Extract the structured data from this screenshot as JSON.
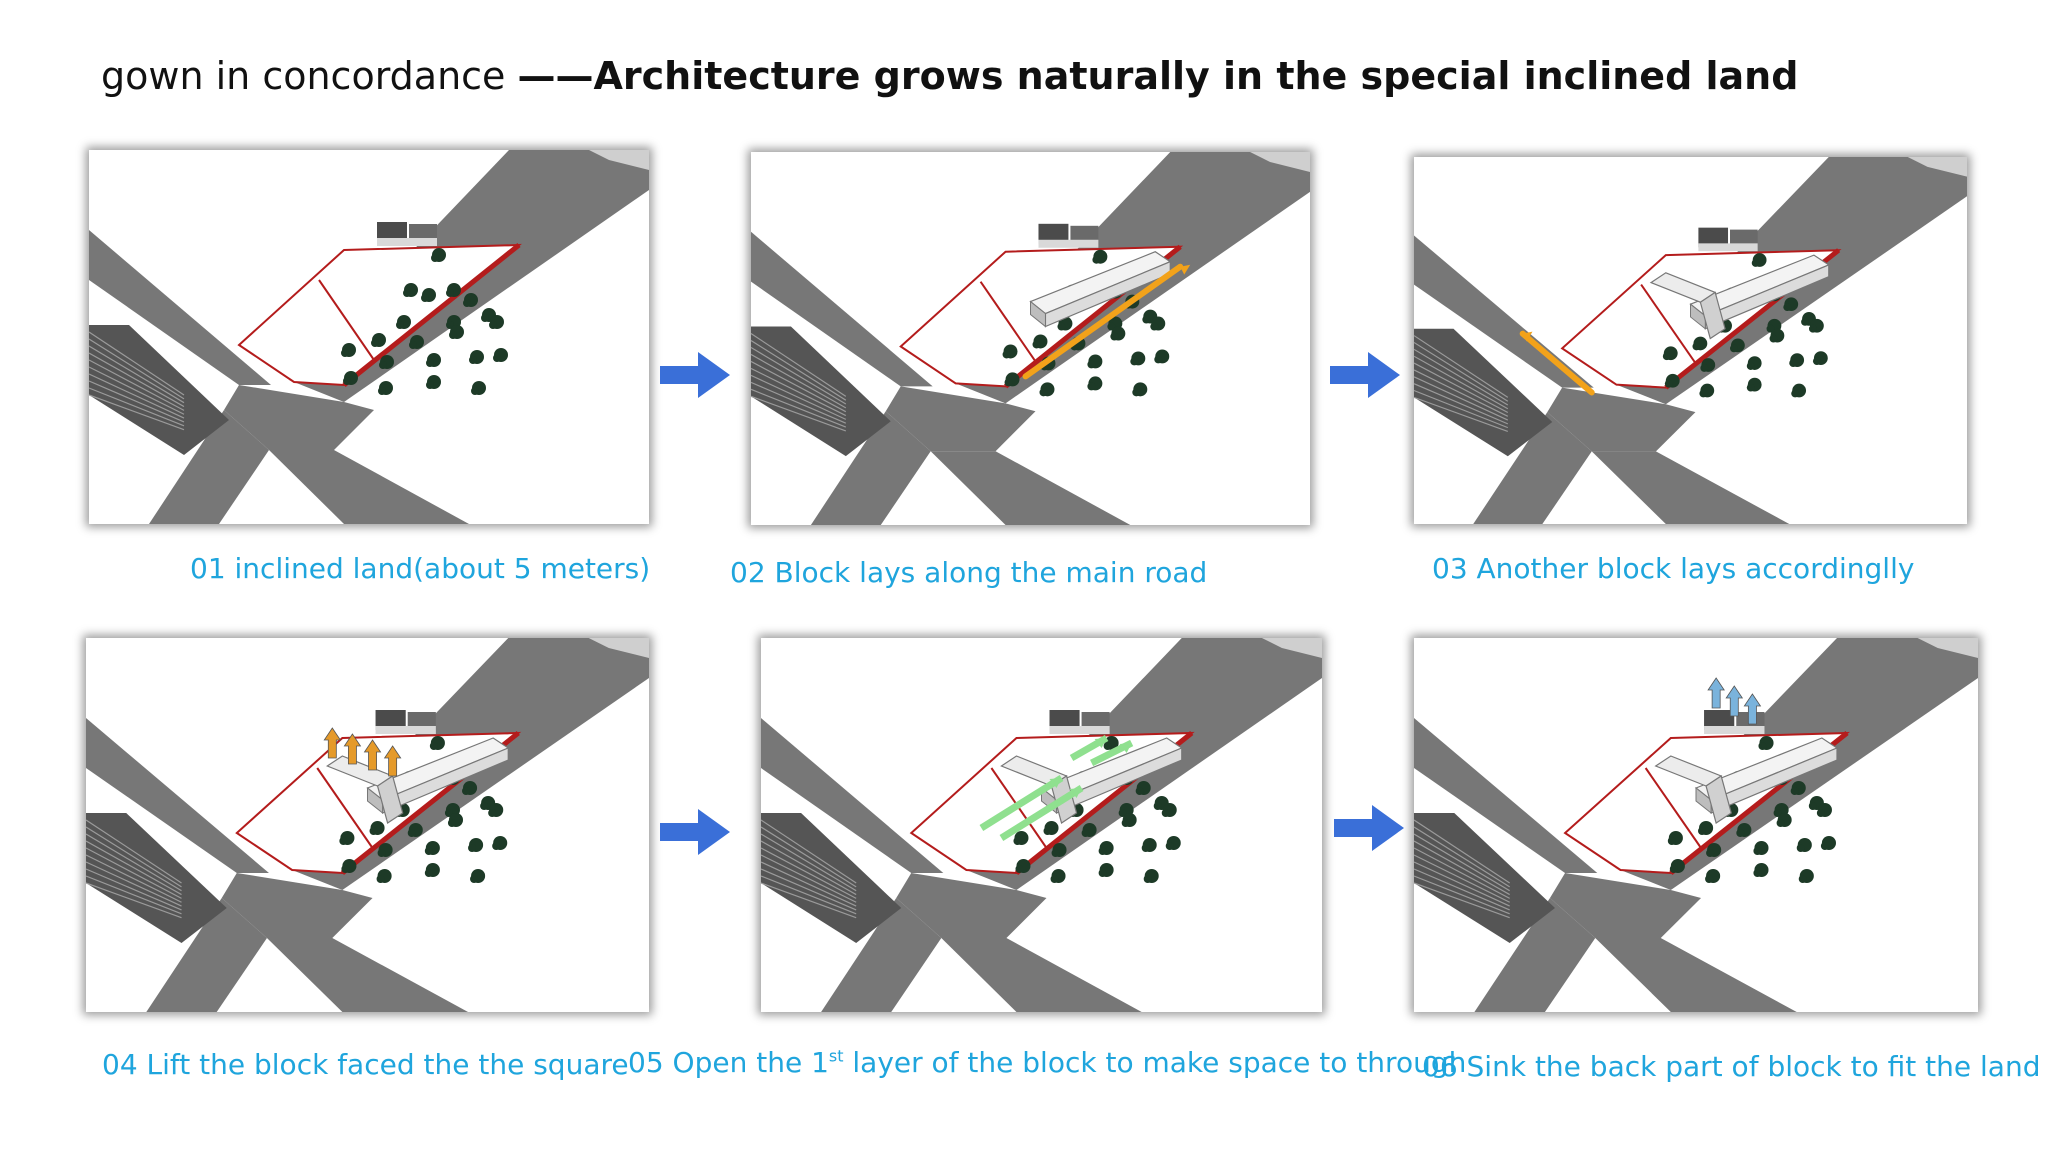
{
  "title": {
    "prefix": "gown in concordance ",
    "emphasis": "——Architecture grows naturally in the special inclined land"
  },
  "colors": {
    "road": "#777777",
    "site_outline": "#b41c1c",
    "trees": "#1d3a27",
    "caption": "#1fa5dd",
    "step_arrow": "#3a6fd8",
    "road_arrow": "#f2a21a",
    "lift_arrow": "#e59a2a",
    "pass_arrow": "#8fe08f",
    "sink_arrow": "#7ab3dc"
  },
  "steps": [
    {
      "caption": "01 inclined land(about 5 meters)"
    },
    {
      "caption": "02 Block lays along the main road"
    },
    {
      "caption": "03 Another block lays accordinglly"
    },
    {
      "caption": "04 Lift the block faced the the square"
    },
    {
      "caption_pre": "05 Open the 1",
      "caption_sup": "st",
      "caption_post": " layer of the block to make space to through"
    },
    {
      "caption": "06 Sink the back part of block to fit the land"
    }
  ],
  "arrows": [
    {
      "icon": "right-arrow-icon"
    },
    {
      "icon": "right-arrow-icon"
    },
    {
      "icon": "right-arrow-icon"
    },
    {
      "icon": "right-arrow-icon"
    }
  ]
}
